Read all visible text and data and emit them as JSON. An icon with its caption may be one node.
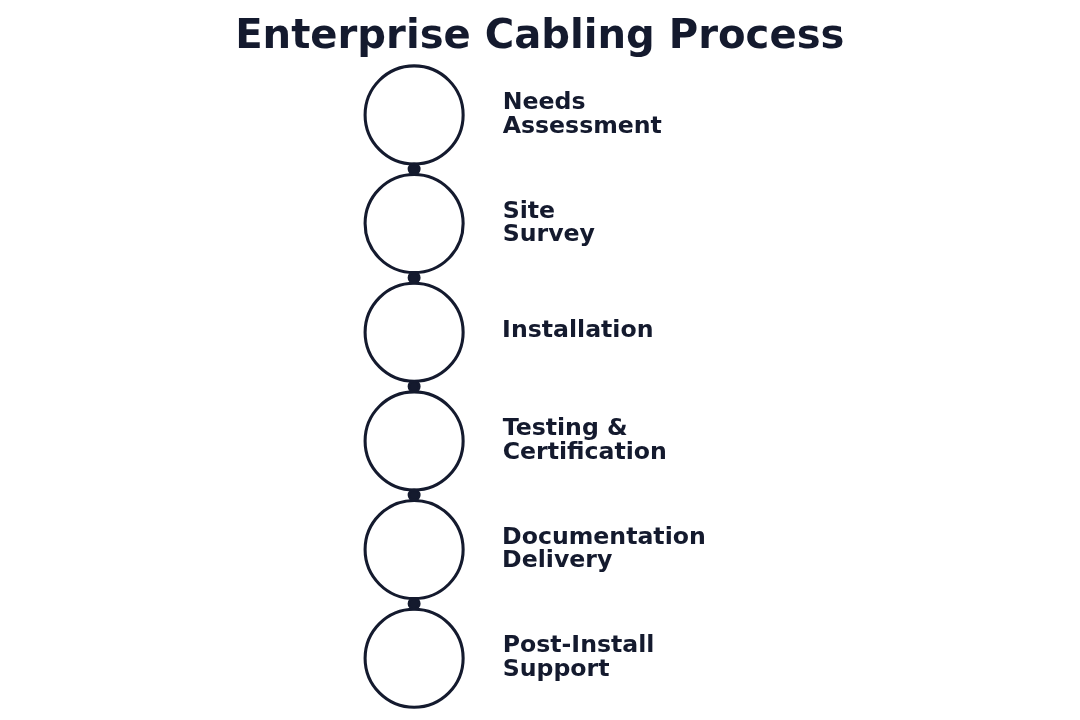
{
  "diagram": {
    "title": "Enterprise Cabling Process",
    "nodes": [
      {
        "text": [],
        "shape": "circle",
        "beside": [
          "Needs Assessment"
        ]
      },
      {
        "text": [],
        "shape": "circle",
        "beside": [
          "Site Survey"
        ]
      },
      {
        "text": [],
        "shape": "circle",
        "beside": [
          "Installation"
        ]
      },
      {
        "text": [],
        "shape": "circle",
        "beside": [
          "Testing & Certification"
        ]
      },
      {
        "text": [],
        "shape": "circle",
        "beside": [
          "Documentation Delivery"
        ]
      },
      {
        "text": [],
        "shape": "circle",
        "beside": [
          "Post-Install Support"
        ]
      }
    ],
    "edges": [
      {
        "from": 0,
        "to": 1,
        "arrow": "other"
      },
      {
        "from": 1,
        "to": 2,
        "arrow": "other"
      },
      {
        "from": 2,
        "to": 3,
        "arrow": "other"
      },
      {
        "from": 3,
        "to": 4,
        "arrow": "other"
      },
      {
        "from": 4,
        "to": 5,
        "arrow": "other"
      }
    ]
  }
}
